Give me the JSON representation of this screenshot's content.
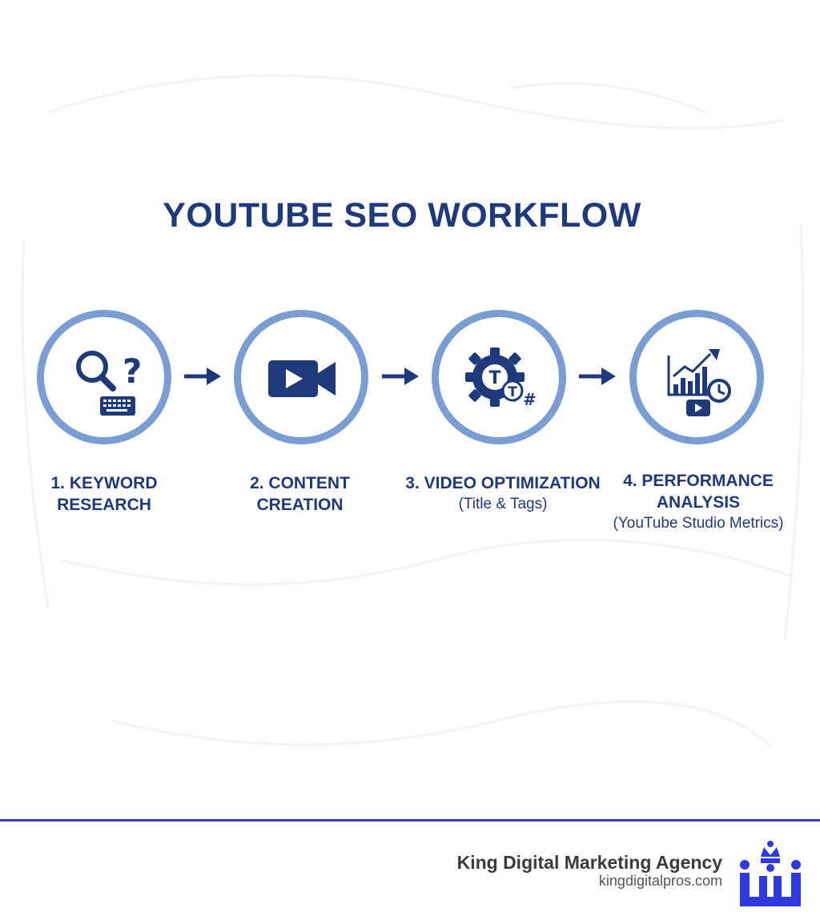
{
  "title": "YOUTUBE SEO WORKFLOW",
  "steps": [
    {
      "label": "1. KEYWORD RESEARCH",
      "line1": "1. KEYWORD",
      "line2": "RESEARCH",
      "sub": "",
      "icon": "magnifier-question-keyboard-icon"
    },
    {
      "label": "2. CONTENT CREATION",
      "line1": "2. CONTENT",
      "line2": "CREATION",
      "sub": "",
      "icon": "video-camera-icon"
    },
    {
      "label": "3. VIDEO OPTIMIZATION",
      "line1": "3. VIDEO OPTIMIZATION",
      "line2": "",
      "sub": "(Title & Tags)",
      "icon": "gear-title-tag-icon"
    },
    {
      "label": "4. PERFORMANCE ANALYSIS",
      "line1": "4. PERFORMANCE",
      "line2": "ANALYSIS",
      "sub": "(YouTube Studio Metrics)",
      "icon": "analytics-chart-clock-icon"
    }
  ],
  "icon_glyphs": {
    "question": "?",
    "title_t": "T",
    "tag_t": "T",
    "hash": "#"
  },
  "footer": {
    "agency": "King Digital Marketing Agency",
    "url": "kingdigitalpros.com",
    "logo": "crown-logo"
  },
  "colors": {
    "title": "#1f3a7a",
    "icon": "#1f3a7a",
    "ring": "#7a9dd3",
    "arrow": "#1f3a7a",
    "footer_line": "#3a3ad8",
    "logo": "#2f3ae0"
  }
}
